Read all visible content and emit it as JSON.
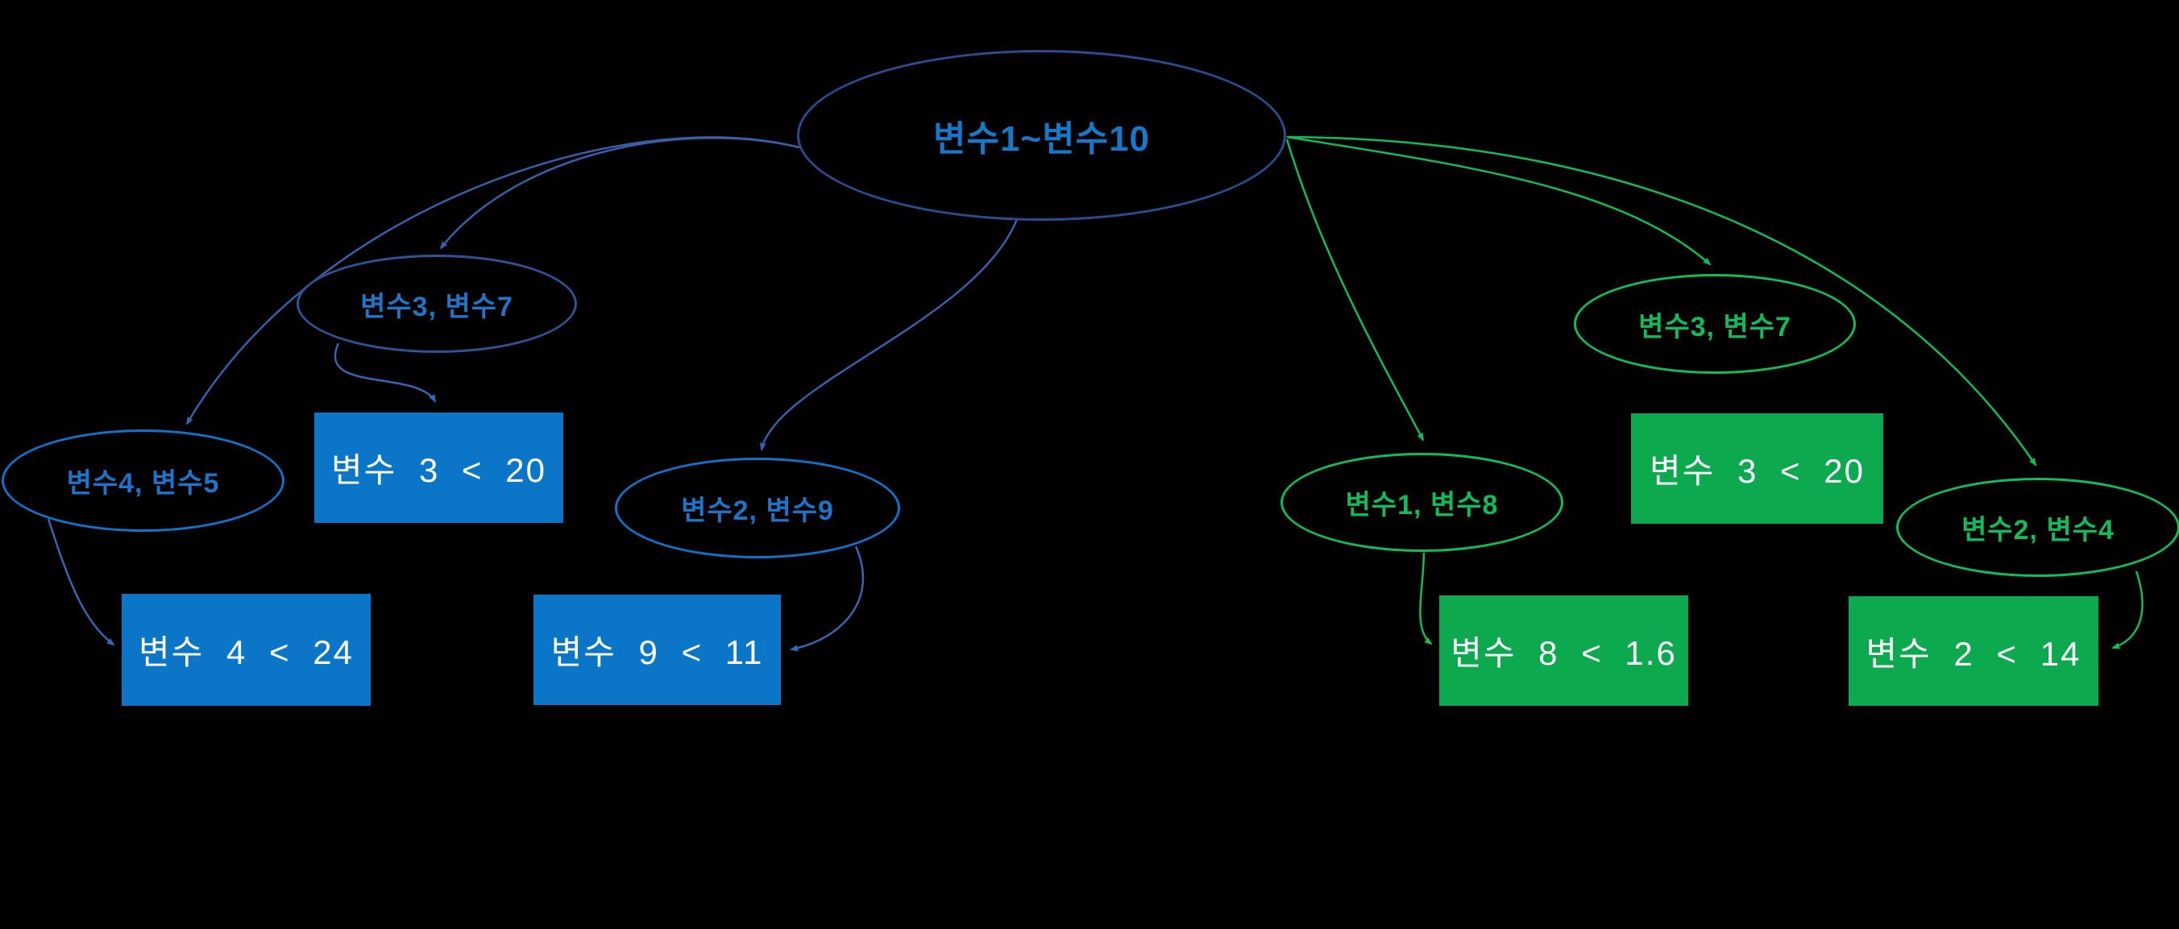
{
  "background_color": "#000000",
  "palette": {
    "root_stroke": "#2C4C8E",
    "root_text": "#1778C8",
    "blue_ellipse_stroke_dark": "#2F5496",
    "blue_ellipse_stroke_bright": "#1372C8",
    "blue_ellipse_text": "#1E74C8",
    "blue_box_fill": "#0B76C8",
    "blue_connector": "#3A5EA8",
    "green_stroke": "#13BC5B",
    "green_text": "#13BC5B",
    "green_box_fill": "#0CA94F",
    "green_connector": "#13BC5B",
    "box_text": "#FFFFFF"
  },
  "root": {
    "id": "root",
    "label": "변수1~변수10"
  },
  "left_tree": {
    "ellipses": [
      {
        "id": "b_e37",
        "label": "변수3, 변수7"
      },
      {
        "id": "b_e45",
        "label": "변수4, 변수5"
      },
      {
        "id": "b_e29",
        "label": "변수2, 변수9"
      }
    ],
    "boxes": [
      {
        "id": "b_r320",
        "label": "변수 3 < 20"
      },
      {
        "id": "b_r424",
        "label": "변수 4 < 24"
      },
      {
        "id": "b_r911",
        "label": "변수 9 < 11"
      }
    ]
  },
  "right_tree": {
    "ellipses": [
      {
        "id": "g_e37",
        "label": "변수3, 변수7"
      },
      {
        "id": "g_e18",
        "label": "변수1, 변수8"
      },
      {
        "id": "g_e24",
        "label": "변수2, 변수4"
      }
    ],
    "boxes": [
      {
        "id": "g_r320",
        "label": "변수 3 < 20"
      },
      {
        "id": "g_r816",
        "label": "변수 8 < 1.6"
      },
      {
        "id": "g_r214",
        "label": "변수 2 < 14"
      }
    ]
  },
  "edges": [
    {
      "from": "root",
      "to": "b_e45",
      "color": "#3A5EA8"
    },
    {
      "from": "root",
      "to": "b_e37",
      "color": "#3A5EA8"
    },
    {
      "from": "root",
      "to": "b_e29",
      "color": "#3A5EA8"
    },
    {
      "from": "b_e37",
      "to": "b_r320",
      "color": "#3A5EA8"
    },
    {
      "from": "b_e45",
      "to": "b_r424",
      "color": "#3A5EA8"
    },
    {
      "from": "b_e29",
      "to": "b_r911",
      "color": "#3A5EA8"
    },
    {
      "from": "root",
      "to": "g_e18",
      "color": "#13BC5B"
    },
    {
      "from": "root",
      "to": "g_e37",
      "color": "#13BC5B"
    },
    {
      "from": "root",
      "to": "g_e24",
      "color": "#13BC5B"
    },
    {
      "from": "g_e18",
      "to": "g_r816",
      "color": "#13BC5B"
    },
    {
      "from": "g_e24",
      "to": "g_r214",
      "color": "#13BC5B"
    }
  ]
}
